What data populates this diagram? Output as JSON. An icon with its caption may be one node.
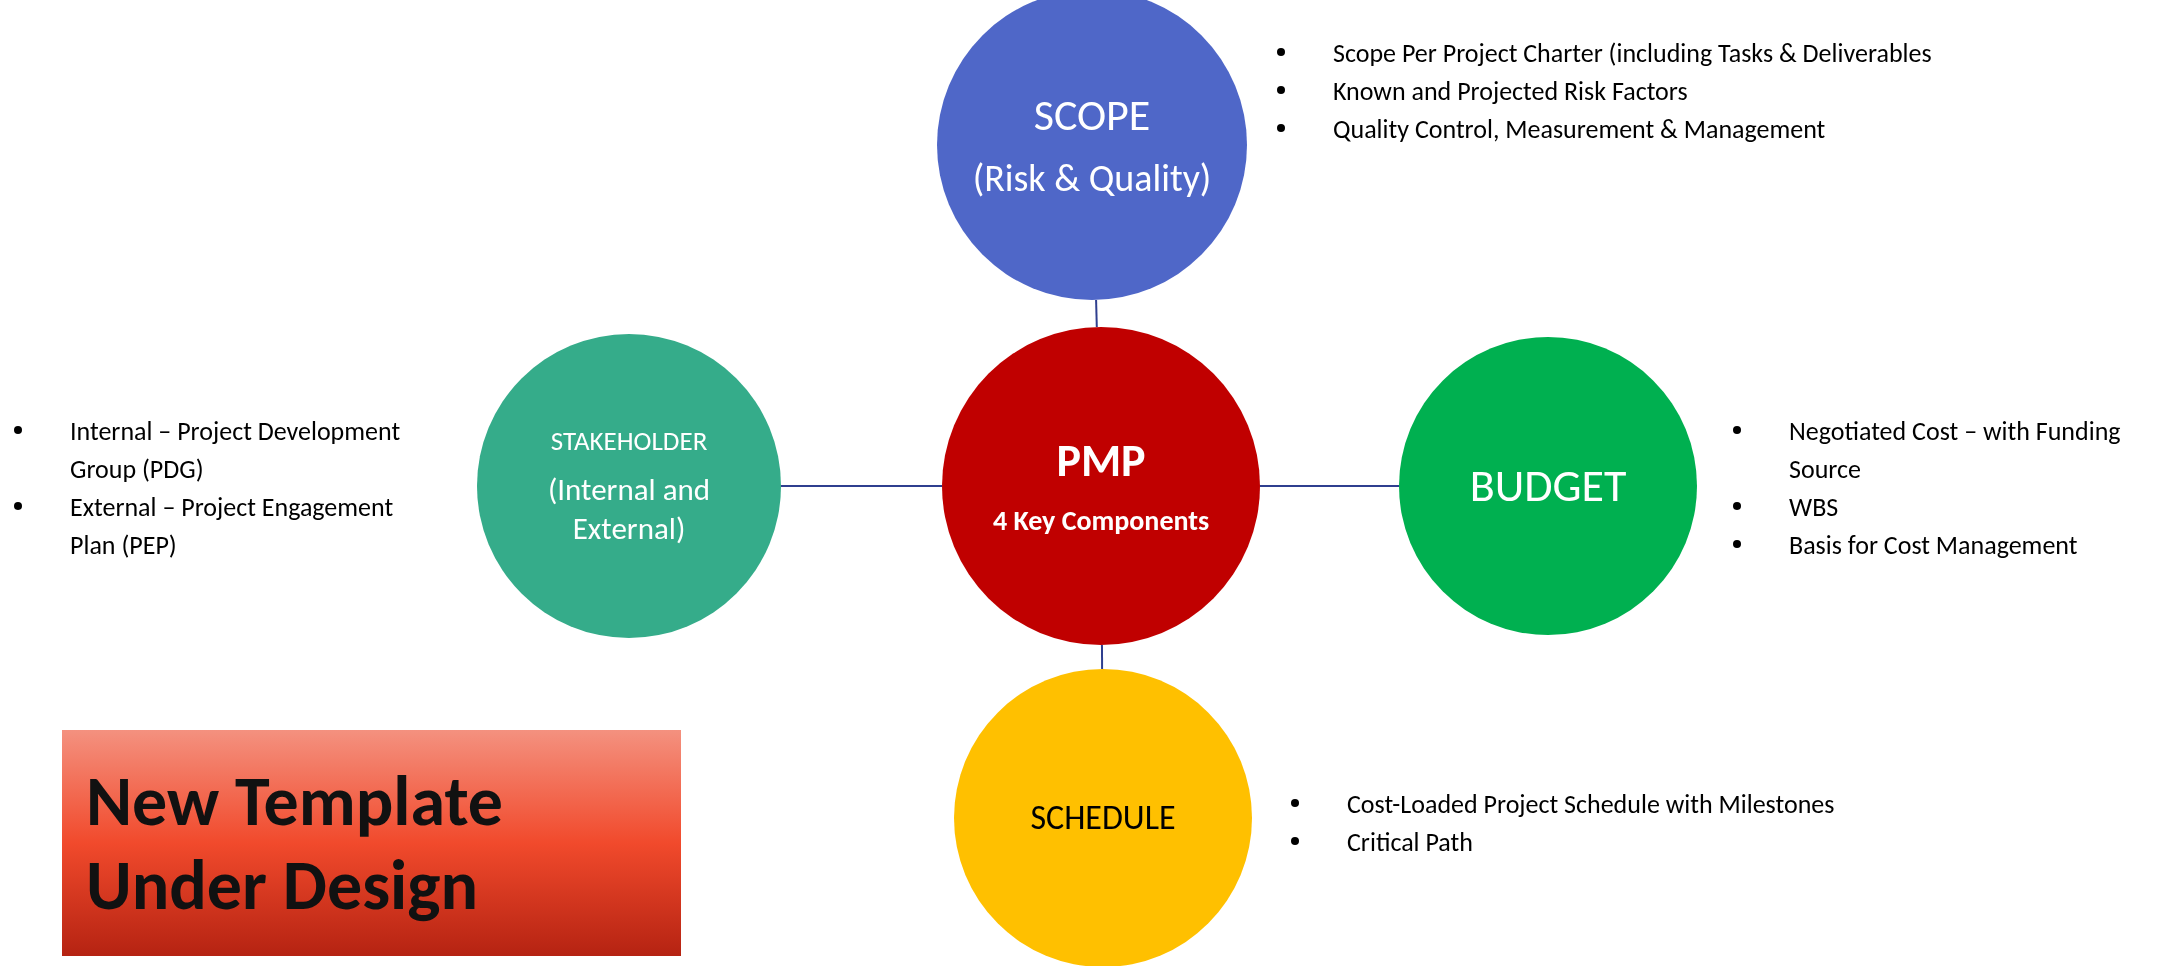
{
  "diagram": {
    "nodes": [
      {
        "text": [
          "SCOPE",
          "(Risk & Quality)"
        ],
        "beside": [
          "Scope Per Project  Charter (including Tasks & Deliverables",
          "Known and Projected Risk Factors",
          "Quality Control, Measurement & Management"
        ]
      },
      {
        "text": [
          "STAKEHOLDER",
          "(Internal and External)"
        ],
        "beside": [
          "Internal – Project Development Group (PDG)",
          "External – Project Engagement Plan (PEP)"
        ]
      },
      {
        "text": [
          "PMP",
          "4 Key Components"
        ]
      },
      {
        "text": [
          "BUDGET"
        ],
        "beside": [
          "Negotiated Cost – with Funding Source",
          "WBS",
          "Basis for Cost Management"
        ]
      },
      {
        "text": [
          "SCHEDULE"
        ],
        "beside": [
          "Cost-Loaded Project Schedule with Milestones",
          "Critical Path"
        ]
      },
      {
        "text": [
          "New Template Under Design"
        ]
      }
    ],
    "edges": [
      {
        "from": 0,
        "to": 2,
        "arrow": "none"
      },
      {
        "from": 1,
        "to": 2,
        "arrow": "none"
      },
      {
        "from": 2,
        "to": 3,
        "arrow": "none"
      },
      {
        "from": 2,
        "to": 4,
        "arrow": "none"
      }
    ]
  }
}
